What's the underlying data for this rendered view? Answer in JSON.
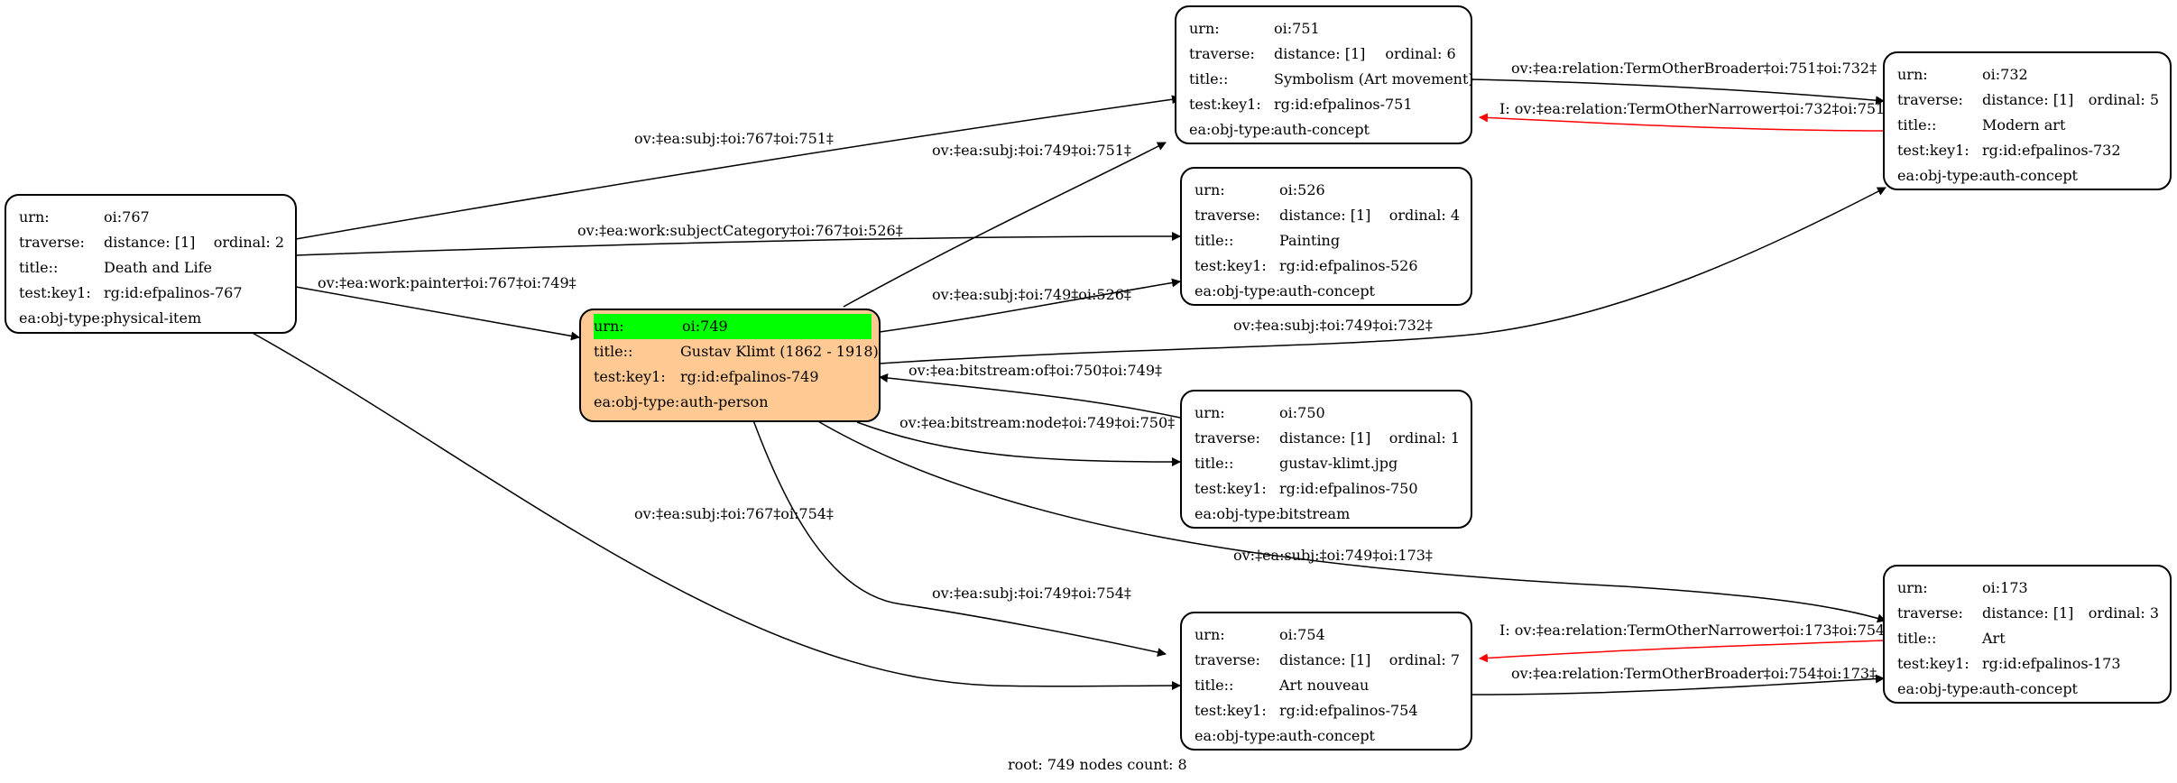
{
  "colors": {
    "root_fill": "#ffc994",
    "highlight": "#00ff00",
    "edge": "#000000",
    "inverse_edge": "#ff0000"
  },
  "nodes": {
    "n767": {
      "urn_k": "urn:",
      "urn_v": "oi:767",
      "trav_k": "traverse:",
      "dist": "distance: [1]",
      "ord": "ordinal: 2",
      "title_k": "title::",
      "title_v": "Death and Life",
      "key_k": "test:key1:",
      "key_v": "rg:id:efpalinos-767",
      "type_k": "ea:obj-type:",
      "type_v": "physical-item"
    },
    "n749": {
      "urn_k": "urn:",
      "urn_v": "oi:749",
      "title_k": "title::",
      "title_v": "Gustav Klimt (1862 - 1918)",
      "key_k": "test:key1:",
      "key_v": "rg:id:efpalinos-749",
      "type_k": "ea:obj-type:",
      "type_v": "auth-person"
    },
    "n751": {
      "urn_k": "urn:",
      "urn_v": "oi:751",
      "trav_k": "traverse:",
      "dist": "distance: [1]",
      "ord": "ordinal: 6",
      "title_k": "title::",
      "title_v": "Symbolism (Art movement)",
      "key_k": "test:key1:",
      "key_v": "rg:id:efpalinos-751",
      "type_k": "ea:obj-type:",
      "type_v": "auth-concept"
    },
    "n526": {
      "urn_k": "urn:",
      "urn_v": "oi:526",
      "trav_k": "traverse:",
      "dist": "distance: [1]",
      "ord": "ordinal: 4",
      "title_k": "title::",
      "title_v": "Painting",
      "key_k": "test:key1:",
      "key_v": "rg:id:efpalinos-526",
      "type_k": "ea:obj-type:",
      "type_v": "auth-concept"
    },
    "n750": {
      "urn_k": "urn:",
      "urn_v": "oi:750",
      "trav_k": "traverse:",
      "dist": "distance: [1]",
      "ord": "ordinal: 1",
      "title_k": "title::",
      "title_v": "gustav-klimt.jpg",
      "key_k": "test:key1:",
      "key_v": "rg:id:efpalinos-750",
      "type_k": "ea:obj-type:",
      "type_v": "bitstream"
    },
    "n754": {
      "urn_k": "urn:",
      "urn_v": "oi:754",
      "trav_k": "traverse:",
      "dist": "distance: [1]",
      "ord": "ordinal: 7",
      "title_k": "title::",
      "title_v": "Art nouveau",
      "key_k": "test:key1:",
      "key_v": "rg:id:efpalinos-754",
      "type_k": "ea:obj-type:",
      "type_v": "auth-concept"
    },
    "n732": {
      "urn_k": "urn:",
      "urn_v": "oi:732",
      "trav_k": "traverse:",
      "dist": "distance: [1]",
      "ord": "ordinal: 5",
      "title_k": "title::",
      "title_v": "Modern art",
      "key_k": "test:key1:",
      "key_v": "rg:id:efpalinos-732",
      "type_k": "ea:obj-type:",
      "type_v": "auth-concept"
    },
    "n173": {
      "urn_k": "urn:",
      "urn_v": "oi:173",
      "trav_k": "traverse:",
      "dist": "distance: [1]",
      "ord": "ordinal: 3",
      "title_k": "title::",
      "title_v": "Art",
      "key_k": "test:key1:",
      "key_v": "rg:id:efpalinos-173",
      "type_k": "ea:obj-type:",
      "type_v": "auth-concept"
    }
  },
  "edges": {
    "e767_751": "ov:‡ea:subj:‡oi:767‡oi:751‡",
    "e767_526": "ov:‡ea:work:subjectCategory‡oi:767‡oi:526‡",
    "e767_749": "ov:‡ea:work:painter‡oi:767‡oi:749‡",
    "e767_754": "ov:‡ea:subj:‡oi:767‡oi:754‡",
    "e749_751": "ov:‡ea:subj:‡oi:749‡oi:751‡",
    "e749_526": "ov:‡ea:subj:‡oi:749‡oi:526‡",
    "e749_732": "ov:‡ea:subj:‡oi:749‡oi:732‡",
    "e750_749": "ov:‡ea:bitstream:of‡oi:750‡oi:749‡",
    "e749_750": "ov:‡ea:bitstream:node‡oi:749‡oi:750‡",
    "e749_173": "ov:‡ea:subj:‡oi:749‡oi:173‡",
    "e749_754": "ov:‡ea:subj:‡oi:749‡oi:754‡",
    "e751_732": "ov:‡ea:relation:TermOtherBroader‡oi:751‡oi:732‡",
    "e732_751": "I: ov:‡ea:relation:TermOtherNarrower‡oi:732‡oi:751‡",
    "e173_754": "I: ov:‡ea:relation:TermOtherNarrower‡oi:173‡oi:754‡",
    "e754_173": "ov:‡ea:relation:TermOtherBroader‡oi:754‡oi:173‡"
  },
  "footer": "root: 749 nodes count: 8"
}
